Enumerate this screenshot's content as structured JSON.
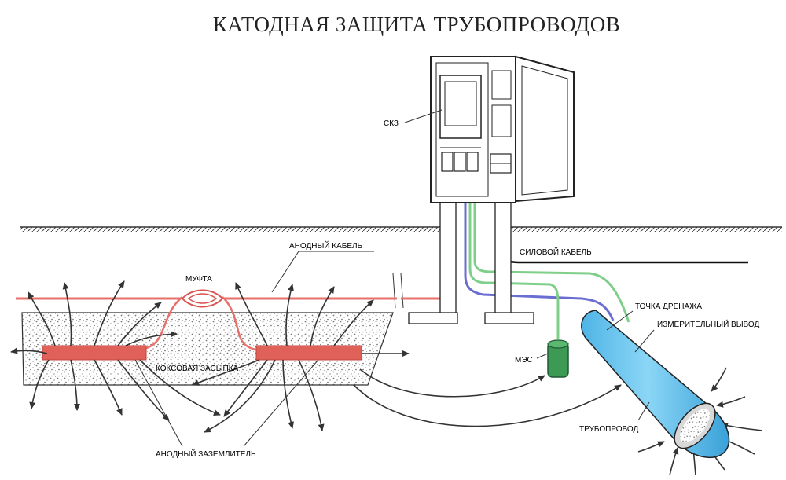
{
  "title": "КАТОДНАЯ ЗАЩИТА ТРУБОПРОВОДОВ",
  "labels": {
    "skz": "СКЗ",
    "anode_cable": "АНОДНЫЙ КАБЕЛЬ",
    "power_cable": "СИЛОВОЙ КАБЕЛЬ",
    "coupling": "МУФТА",
    "drain_point": "ТОЧКА ДРЕНАЖА",
    "measuring_lead": "ИЗМЕРИТЕЛЬНЫЙ ВЫВОД",
    "mes": "МЭС",
    "coke_backfill": "КОКСОВАЯ ЗАСЫПКА",
    "pipeline": "ТРУБОПРОВОД",
    "anode_ground": "АНОДНЫЙ ЗАЗЕМЛИТЕЛЬ"
  },
  "colors": {
    "anode_red": "#e8706a",
    "anode_dark": "#d9534f",
    "cathode_blue": "#6a6ed0",
    "green_cable": "#7fcf8a",
    "pipe_blue": "#63c3ee",
    "mes_green": "#3c9a55",
    "ground_line": "#333333"
  }
}
